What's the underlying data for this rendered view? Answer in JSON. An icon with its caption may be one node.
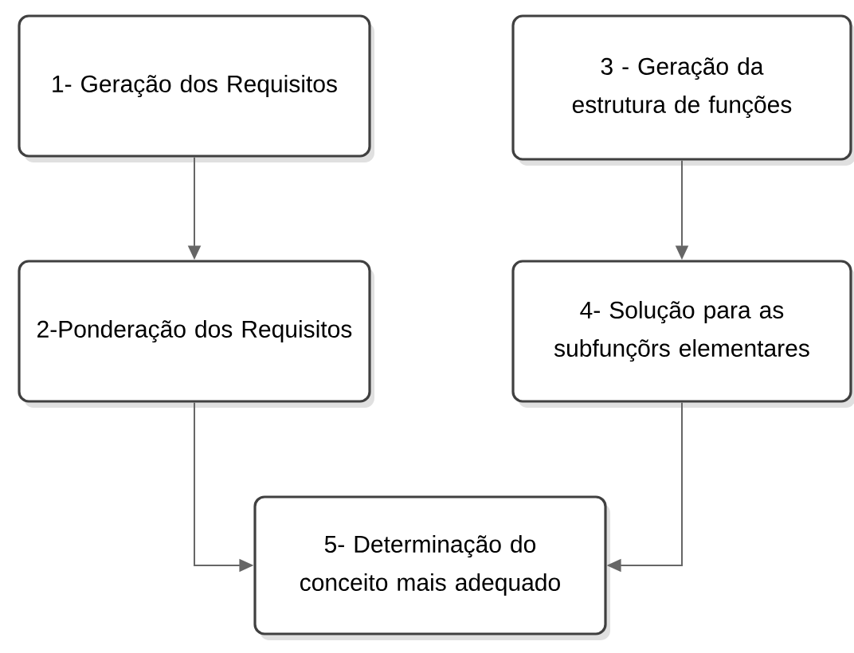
{
  "diagram": {
    "nodes": [
      {
        "text": [
          "1- Geração dos Requisitos"
        ]
      },
      {
        "text": [
          "3 - Geração da estrutura de funções"
        ]
      },
      {
        "text": [
          "2-Ponderação dos Requisitos"
        ]
      },
      {
        "text": [
          "4- Solução para as subfunçõrs elementares"
        ]
      },
      {
        "text": [
          "5- Determinação do conceito mais adequado"
        ]
      }
    ],
    "edges": [
      {
        "from": 0,
        "to": 2,
        "arrow": "to"
      },
      {
        "from": 1,
        "to": 3,
        "arrow": "to"
      },
      {
        "from": 2,
        "to": 4,
        "arrow": "to"
      },
      {
        "from": 3,
        "to": 4,
        "arrow": "to"
      }
    ]
  }
}
